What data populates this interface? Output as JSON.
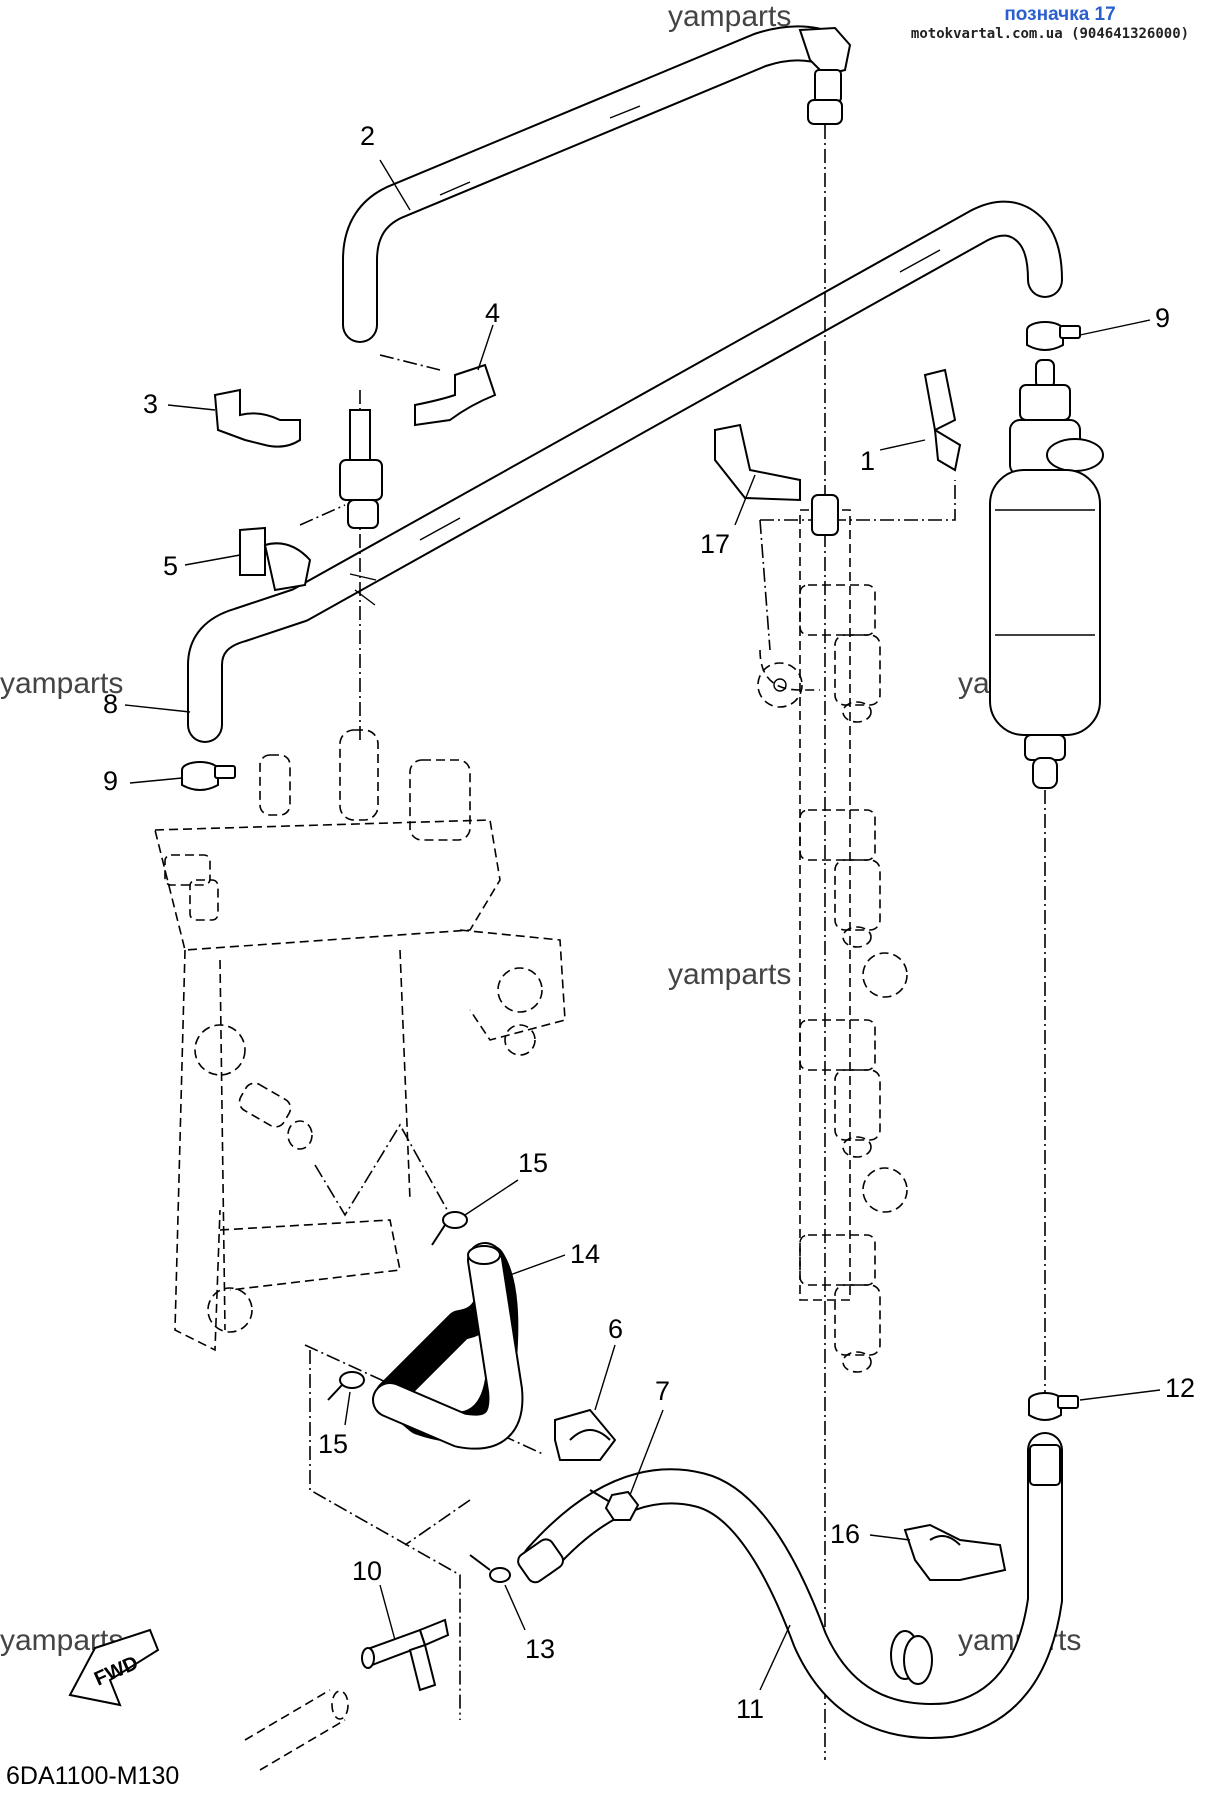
{
  "header": {
    "title": "позначка 17",
    "site": "motokvartal.com.ua (904641326000)"
  },
  "watermark": "yamparts",
  "diagram_code": "6DA1100-M130",
  "fwd_label": "FWD",
  "callouts": {
    "c1": "1",
    "c2": "2",
    "c3": "3",
    "c4": "4",
    "c5": "5",
    "c6": "6",
    "c7": "7",
    "c8": "8",
    "c9a": "9",
    "c9b": "9",
    "c10": "10",
    "c11": "11",
    "c12": "12",
    "c13": "13",
    "c14": "14",
    "c15a": "15",
    "c15b": "15",
    "c16": "16",
    "c17": "17"
  }
}
